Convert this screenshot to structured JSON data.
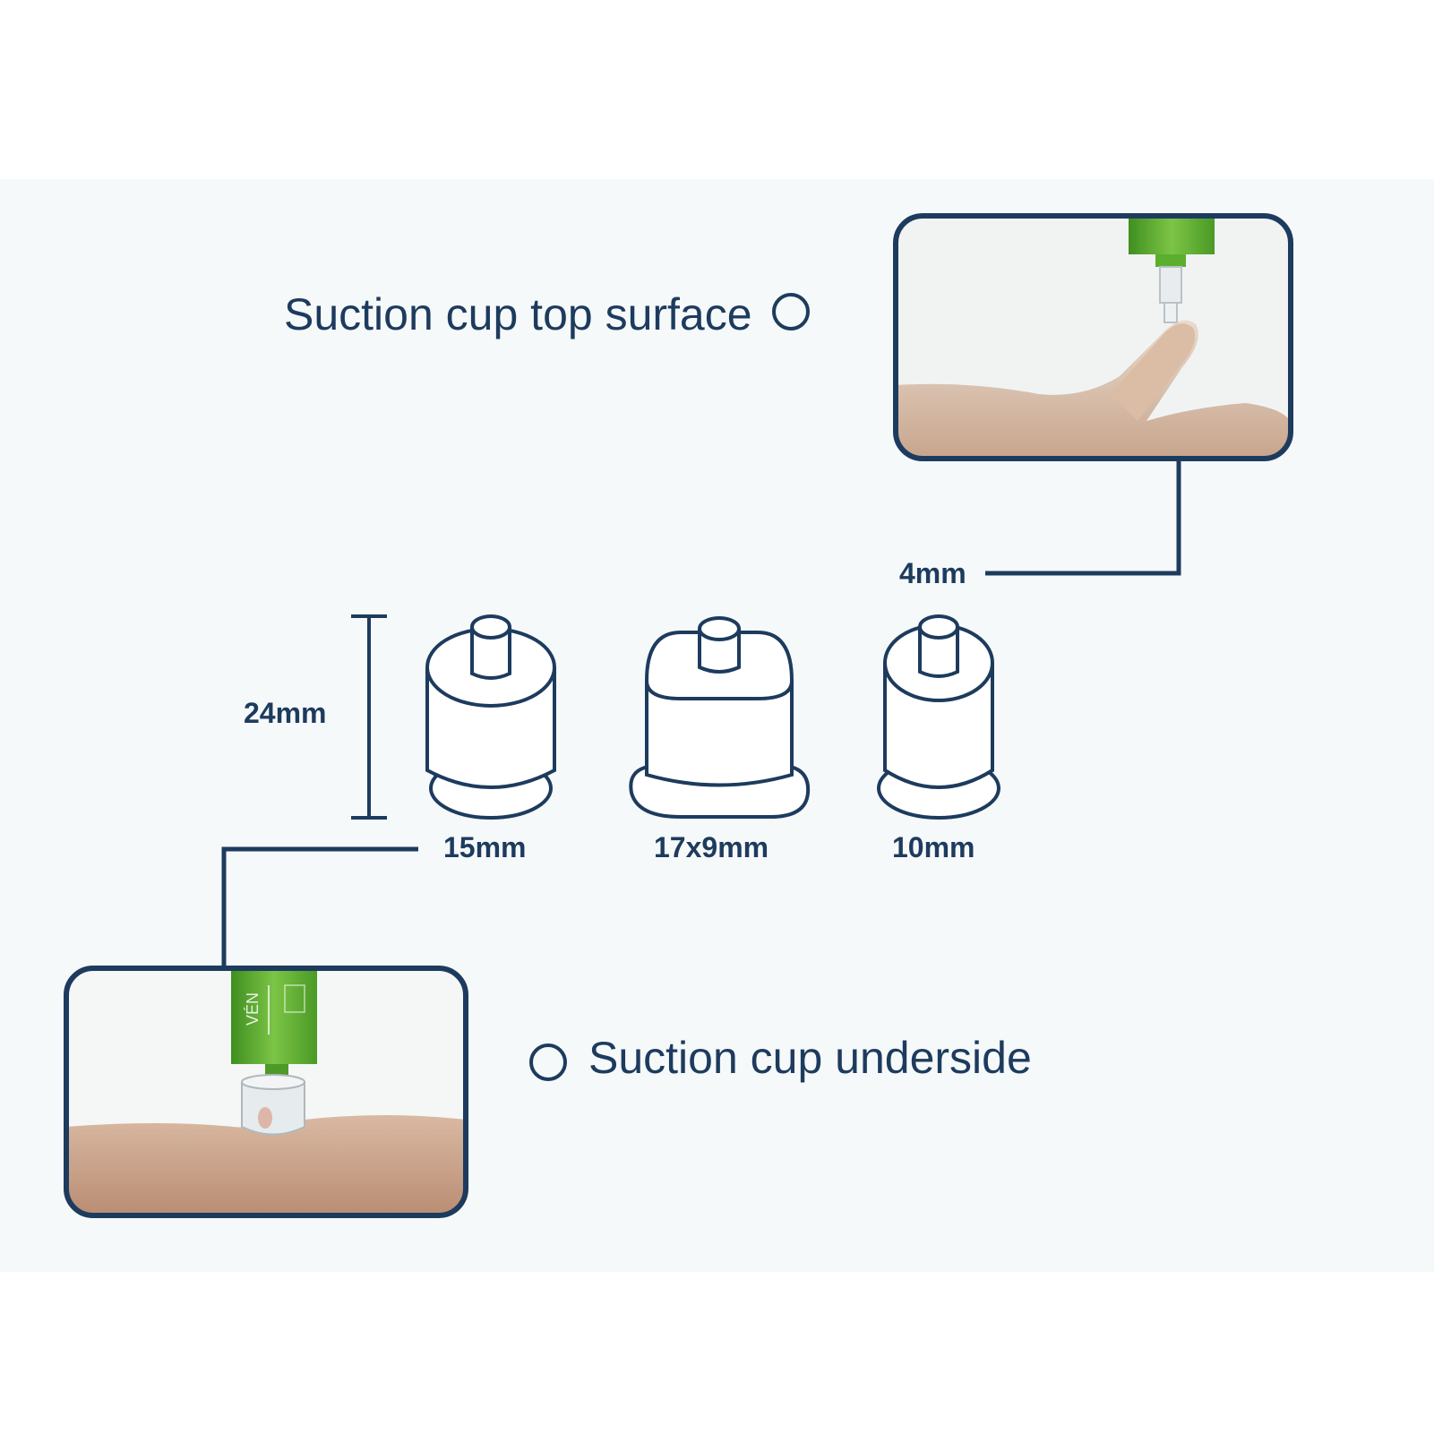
{
  "captions": {
    "top": "Suction cup top surface",
    "bottom": "Suction cup underside"
  },
  "dimensions": {
    "height": "24mm",
    "top_diameter": "4mm",
    "cups": [
      "15mm",
      "17x9mm",
      "10mm"
    ]
  },
  "pen_label": "VÉN",
  "colors": {
    "outline": "#1d3b5e",
    "pen_green": "#5cae2e",
    "skin": "#d6b7a0"
  }
}
